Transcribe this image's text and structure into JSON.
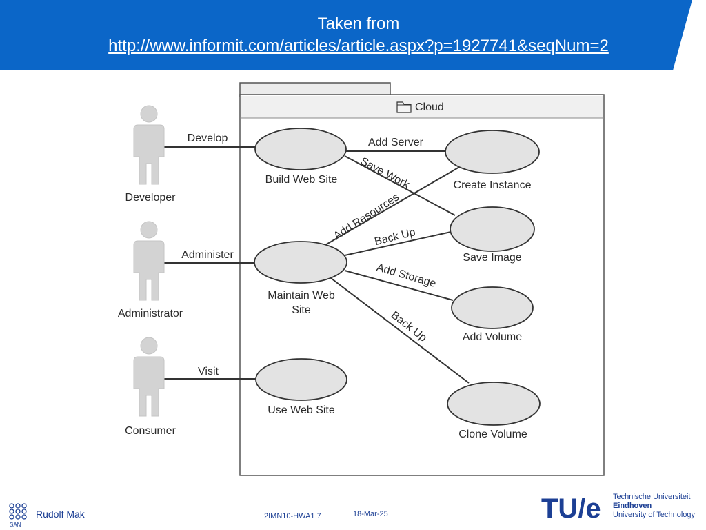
{
  "header": {
    "title": "Taken from",
    "link": "http://www.informit.com/articles/article.aspx?p=1927741&seqNum=2"
  },
  "diagram": {
    "system_name": "Cloud",
    "actors": [
      {
        "label": "Developer"
      },
      {
        "label": "Administrator"
      },
      {
        "label": "Consumer"
      }
    ],
    "actor_links": [
      {
        "label": "Develop"
      },
      {
        "label": "Administer"
      },
      {
        "label": "Visit"
      }
    ],
    "use_cases": [
      {
        "label": "Build Web Site"
      },
      {
        "label_lines": [
          "Maintain Web",
          "Site"
        ]
      },
      {
        "label": "Use Web Site"
      },
      {
        "label": "Create Instance"
      },
      {
        "label": "Save Image"
      },
      {
        "label": "Add Volume"
      },
      {
        "label": "Clone Volume"
      }
    ],
    "relations": [
      {
        "label": "Add Server"
      },
      {
        "label": "Save Work"
      },
      {
        "label": "Add Resources"
      },
      {
        "label": "Back Up"
      },
      {
        "label": "Add Storage"
      },
      {
        "label": "Back Up"
      }
    ]
  },
  "footer": {
    "author": "Rudolf Mak",
    "course_code": "2IMN10-HWA1 7",
    "date": "18-Mar-25",
    "san_logo_text": "SAN",
    "tue_logo_text": "TU/e",
    "tue_name": [
      "Technische Universiteit",
      "Eindhoven",
      "University of Technology"
    ]
  },
  "colors": {
    "header_blue": "#0b66c8",
    "tue_red": "#d4203b",
    "tue_blue": "#1c3f94",
    "ellipse_fill": "#e3e3e3",
    "actor_fill": "#d3d3d3"
  },
  "icons": {
    "system_folder": "folder-icon",
    "actor": "stick-figure-icon"
  }
}
